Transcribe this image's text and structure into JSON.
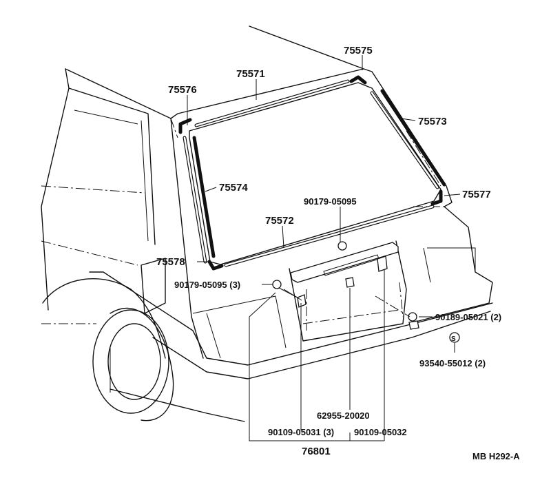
{
  "labels": {
    "p75575": "75575",
    "p75571": "75571",
    "p75576": "75576",
    "p75573": "75573",
    "p75574": "75574",
    "p75577": "75577",
    "p90179_top": "90179-05095",
    "p75572": "75572",
    "p75578": "75578",
    "p90179_left": "90179-05095 (3)",
    "p90189": "90189-05021 (2)",
    "p93540": "93540-55012 (2)",
    "p62955": "62955-20020",
    "p90109_a": "90109-05031 (3)",
    "p90109_b": "90109-05032",
    "p76801": "76801",
    "drawing_code": "MB H292-A"
  }
}
